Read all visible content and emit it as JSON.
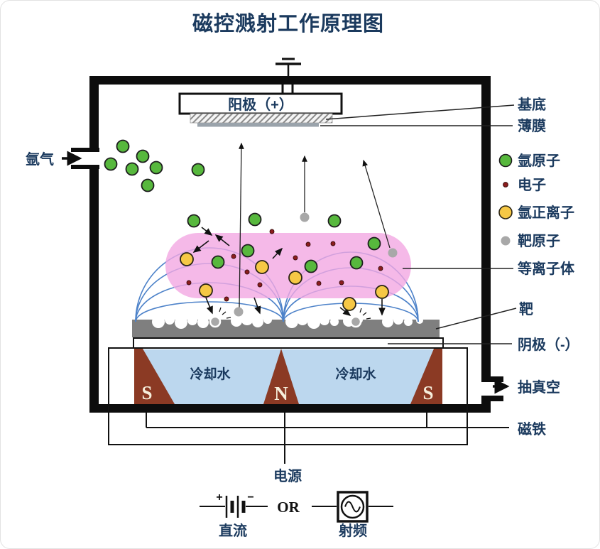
{
  "title": "磁控溅射工作原理图",
  "chamber": {
    "anode_label": "阳极（+）",
    "gas_inlet_label": "氩气",
    "cooling_water_left": "冷却水",
    "cooling_water_right": "冷却水",
    "magnet_pole_left": "S",
    "magnet_pole_center": "N",
    "magnet_pole_right": "S"
  },
  "legend": {
    "substrate": "基底",
    "thin_film": "薄膜",
    "argon_atom": "氩原子",
    "electron": "电子",
    "argon_ion": "氩正离子",
    "target_atom": "靶原子",
    "plasma": "等离子体",
    "target": "靶",
    "cathode": "阴极（-）",
    "vacuum_pump": "抽真空",
    "magnet": "磁铁"
  },
  "power": {
    "supply_label": "电源",
    "dc_label": "直流",
    "or_label": "OR",
    "rf_label": "射频",
    "plus_sign": "+",
    "minus_sign": "−"
  },
  "colors": {
    "label_text": "#1b3a5e",
    "argon_atom_fill": "#57b83d",
    "argon_atom_stroke": "#1d1d1d",
    "ion_fill": "#f6c845",
    "ion_stroke": "#2a2414",
    "electron_fill": "#8b1d1d",
    "electron_stroke": "#3a0d0d",
    "target_atom_fill": "#a8a8a8",
    "plasma_fill": "#f2a7e2",
    "field_line": "#4d82c9",
    "cooling_water_fill": "#bcd7ee",
    "magnet_fill": "#8b3a24",
    "target_fill": "#7f7f7f",
    "film_fill": "#9aa3ab",
    "wall": "#0d0d0d"
  },
  "particles": {
    "argon_atoms": [
      [
        155,
        230
      ],
      [
        172,
        205
      ],
      [
        200,
        219
      ],
      [
        185,
        237
      ],
      [
        219,
        235
      ],
      [
        207,
        260
      ],
      [
        278,
        238
      ],
      [
        272,
        310
      ],
      [
        358,
        308
      ],
      [
        470,
        310
      ],
      [
        306,
        368
      ],
      [
        348,
        352
      ],
      [
        437,
        374
      ],
      [
        501,
        369
      ],
      [
        526,
        342
      ]
    ],
    "argon_ions": [
      [
        262,
        364
      ],
      [
        368,
        375
      ],
      [
        415,
        390
      ],
      [
        289,
        408
      ],
      [
        537,
        410
      ],
      [
        491,
        427
      ]
    ],
    "electrons": [
      [
        382,
        325
      ],
      [
        433,
        343
      ],
      [
        468,
        342
      ],
      [
        415,
        362
      ],
      [
        328,
        360
      ],
      [
        347,
        382
      ],
      [
        265,
        397
      ],
      [
        365,
        400
      ],
      [
        318,
        420
      ],
      [
        448,
        398
      ],
      [
        480,
        397
      ],
      [
        535,
        377
      ]
    ],
    "target_atoms": [
      [
        335,
        438
      ],
      [
        428,
        305
      ],
      [
        552,
        355
      ]
    ],
    "impact_atoms": [
      [
        302,
        452
      ],
      [
        500,
        452
      ]
    ]
  }
}
